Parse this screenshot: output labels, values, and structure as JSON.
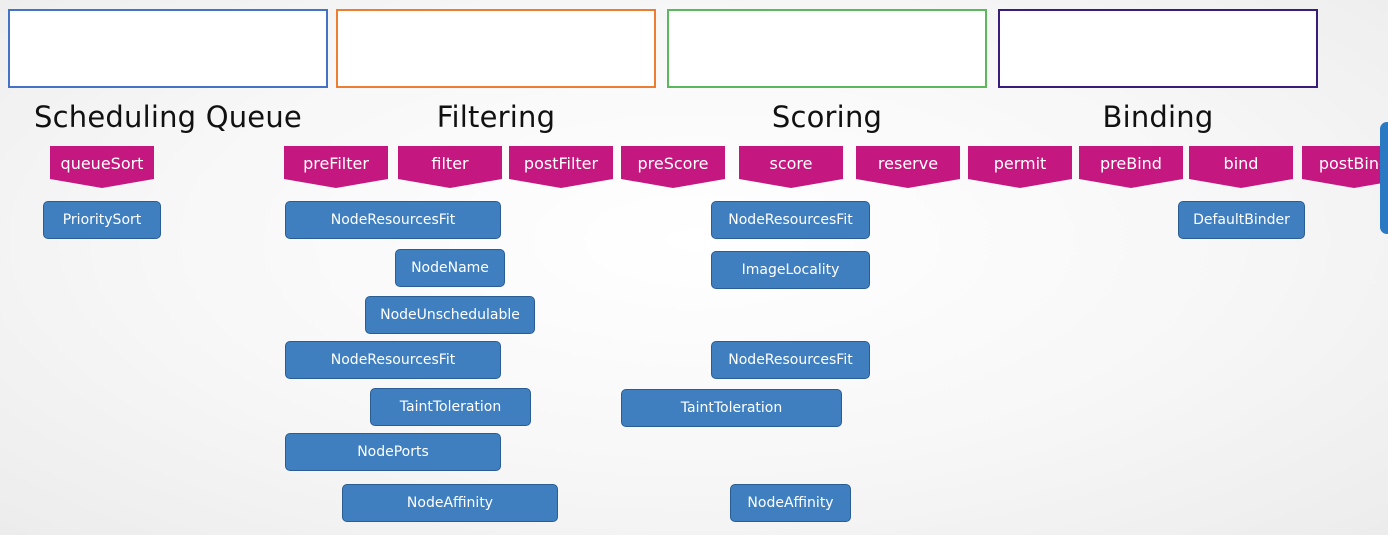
{
  "stages": [
    {
      "id": "queue",
      "title": "Scheduling Queue",
      "color": "#4472c4"
    },
    {
      "id": "filtering",
      "title": "Filtering",
      "color": "#ed7d31"
    },
    {
      "id": "scoring",
      "title": "Scoring",
      "color": "#5cb85c"
    },
    {
      "id": "binding",
      "title": "Binding",
      "color": "#3a1d7a"
    }
  ],
  "extension_points": [
    "queueSort",
    "preFilter",
    "filter",
    "postFilter",
    "preScore",
    "score",
    "reserve",
    "permit",
    "preBind",
    "bind",
    "postBind"
  ],
  "plugins": [
    "PrioritySort",
    "NodeResourcesFit",
    "NodeName",
    "NodeUnschedulable",
    "NodeResourcesFit",
    "TaintToleration",
    "NodePorts",
    "NodeAffinity",
    "NodeResourcesFit",
    "ImageLocality",
    "NodeResourcesFit",
    "TaintToleration",
    "NodeAffinity",
    "DefaultBinder"
  ],
  "colors": {
    "extension_fill": "#c4177f",
    "plugin_fill": "#3f7fc0",
    "plugin_border": "#2a5d93"
  }
}
